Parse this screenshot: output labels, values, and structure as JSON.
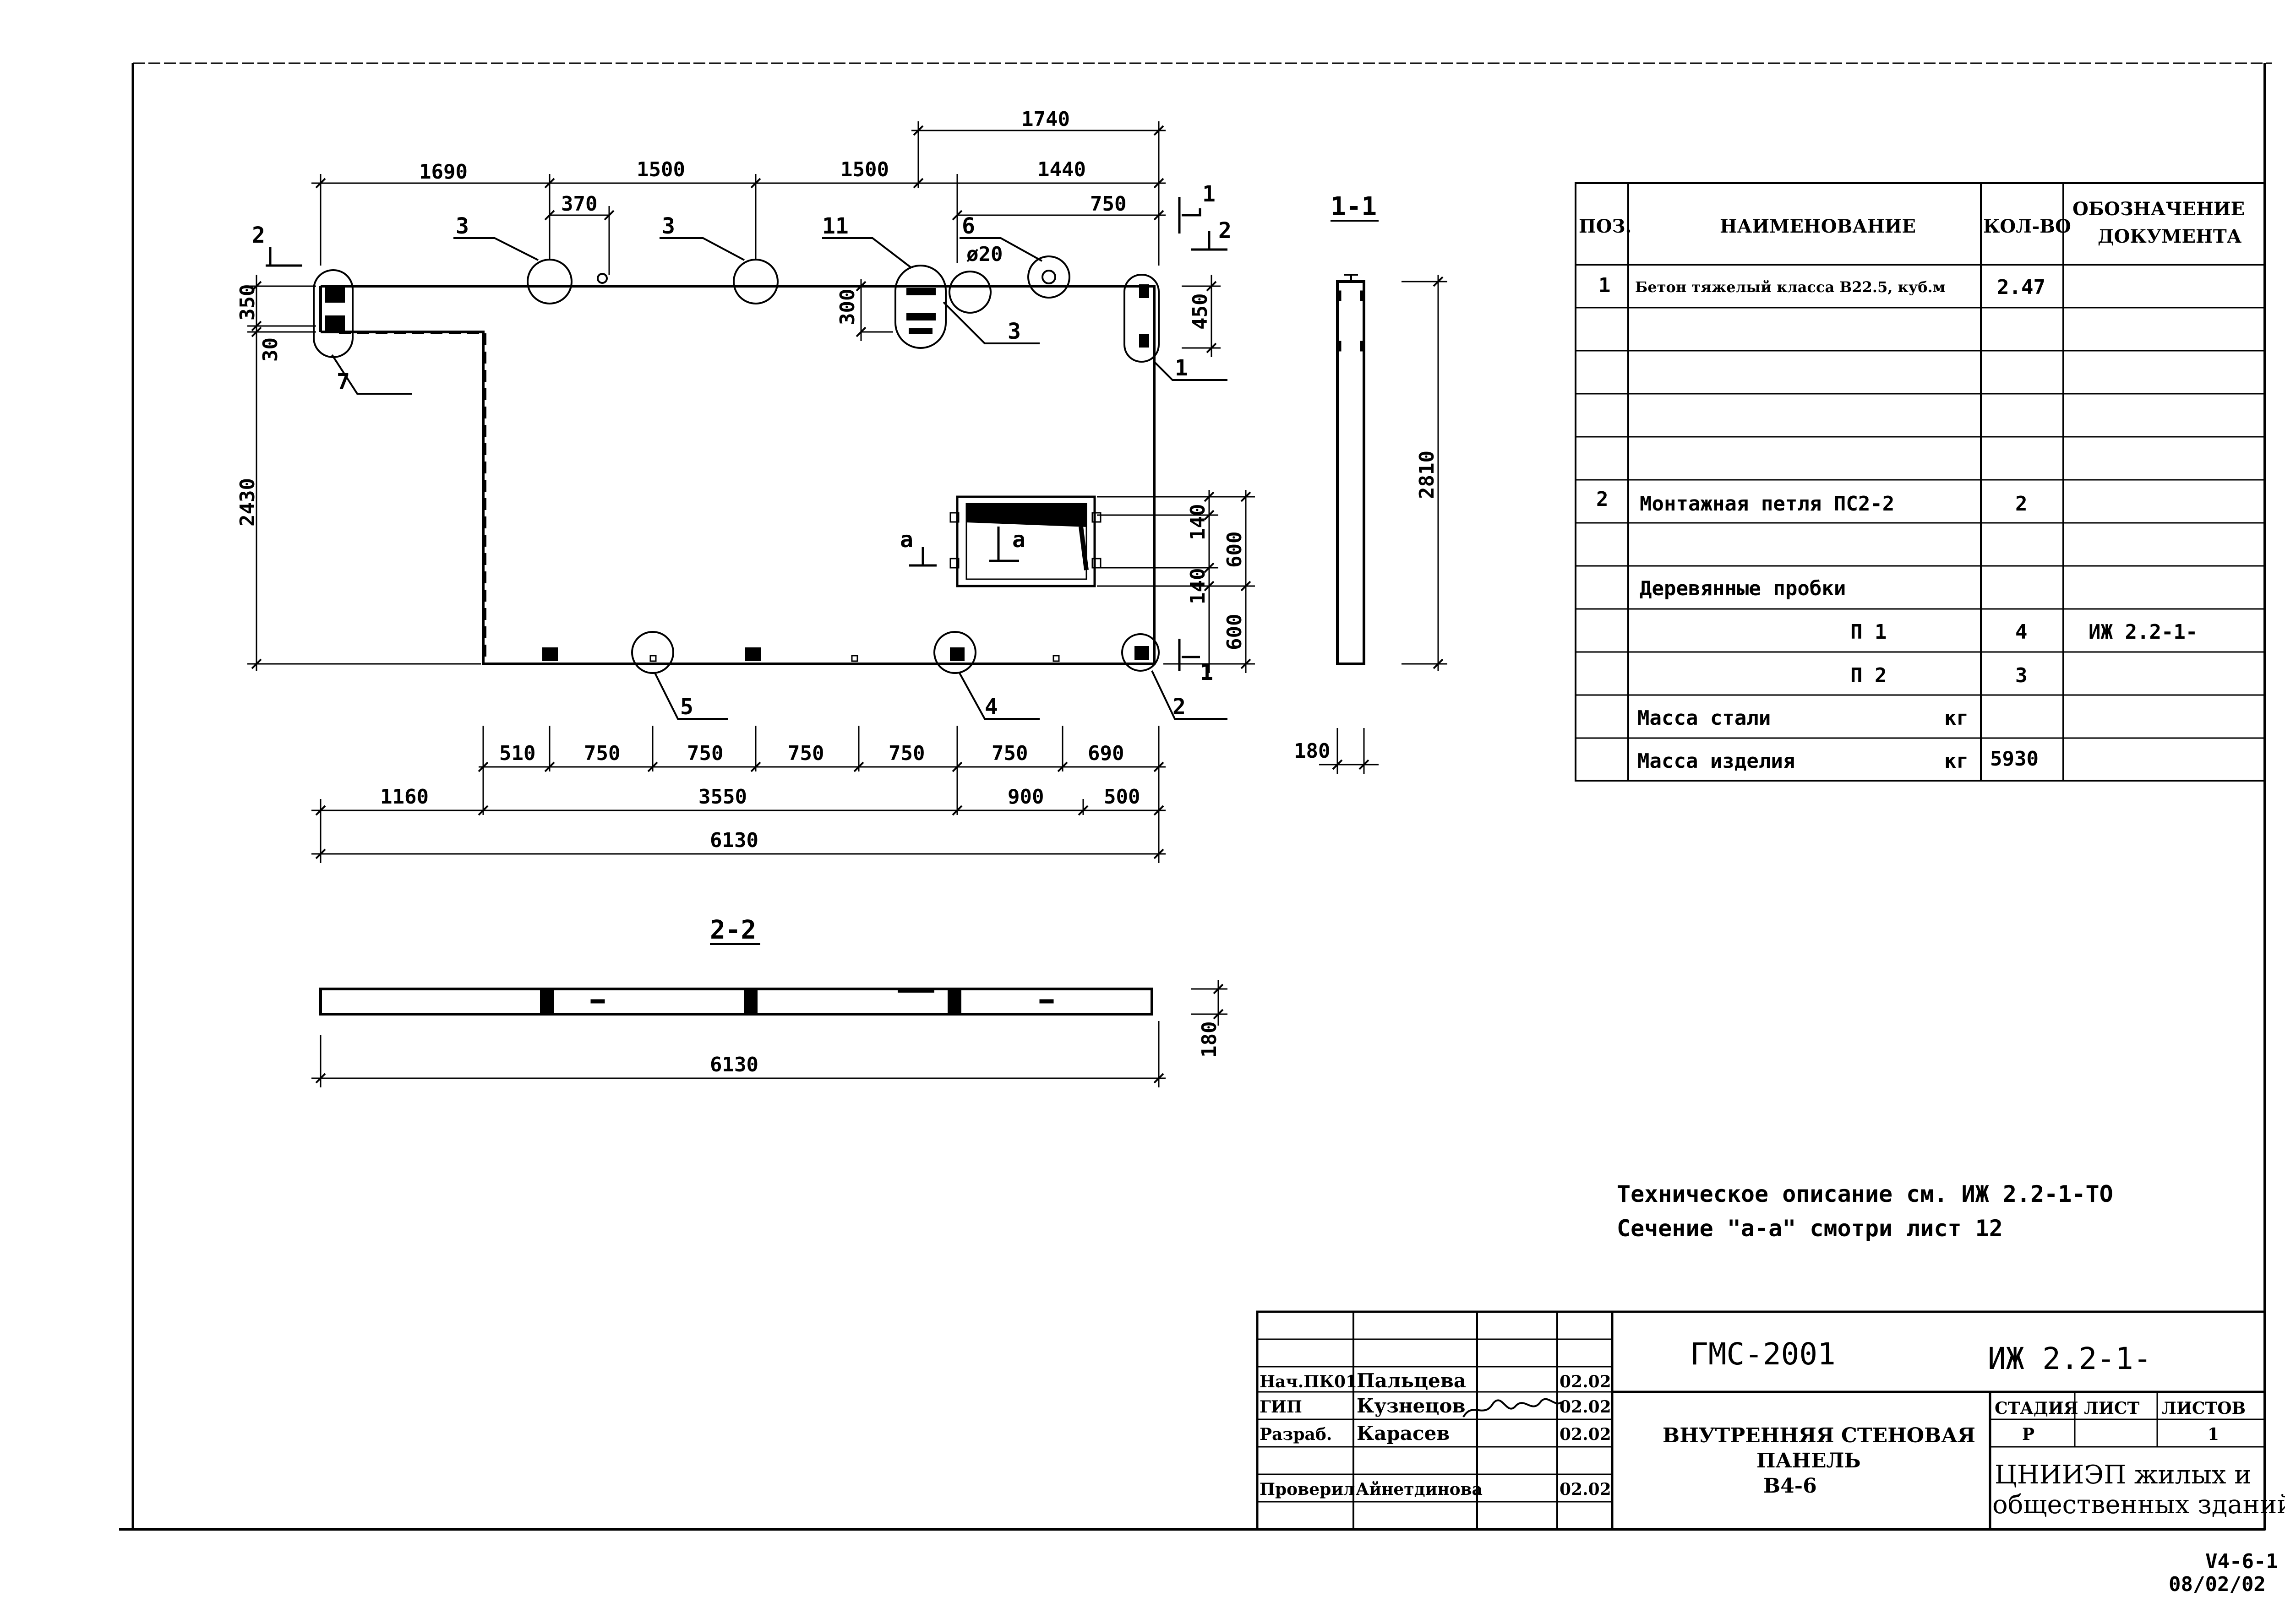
{
  "drawing": {
    "dimensions": {
      "top_outer": "1740",
      "top": [
        "1690",
        "1500",
        "1500",
        "1440"
      ],
      "d370": "370",
      "d750_top": "750",
      "d20": "ø20",
      "d300": "300",
      "d350": "350",
      "d30": "30",
      "d450": "450",
      "d2430": "2430",
      "d140a": "140",
      "d600a": "600",
      "d140b": "140",
      "d600b": "600",
      "bottom1": [
        "510",
        "750",
        "750",
        "750",
        "750",
        "750",
        "690"
      ],
      "bottom2": [
        "1160",
        "3550",
        "900",
        "500"
      ],
      "overall": "6130",
      "side_height": "2810",
      "side_thick": "180",
      "s22_thick": "180",
      "s22_len": "6130"
    },
    "position_labels": [
      "3",
      "3",
      "11",
      "6",
      "3",
      "1",
      "7",
      "5",
      "4",
      "2"
    ],
    "section_marks": {
      "cut1": "1",
      "cut2": "2",
      "a": "а"
    },
    "section_titles": {
      "s11": "1-1",
      "s22": "2-2"
    }
  },
  "spec_table": {
    "headers": {
      "pos": "ПОЗ.",
      "name": "НАИМЕНОВАНИЕ",
      "qty": "КОЛ-ВО",
      "doc1": "ОБОЗНАЧЕНИЕ",
      "doc2": "ДОКУМЕНТА"
    },
    "rows": [
      {
        "pos": "1",
        "name": "Бетон тяжелый класса В22.5, куб.м",
        "qty": "2.47",
        "doc": ""
      },
      {
        "pos": "",
        "name": "",
        "qty": "",
        "doc": ""
      },
      {
        "pos": "",
        "name": "",
        "qty": "",
        "doc": ""
      },
      {
        "pos": "",
        "name": "",
        "qty": "",
        "doc": ""
      },
      {
        "pos": "",
        "name": "",
        "qty": "",
        "doc": ""
      },
      {
        "pos": "2",
        "name": "Монтажная петля ПС2-2",
        "qty": "2",
        "doc": ""
      },
      {
        "pos": "",
        "name": "",
        "qty": "",
        "doc": ""
      },
      {
        "pos": "",
        "name": "Деревянные пробки",
        "qty": "",
        "doc": ""
      },
      {
        "pos": "",
        "name": "П 1",
        "qty": "4",
        "doc": "ИЖ 2.2-1-"
      },
      {
        "pos": "",
        "name": "П 2",
        "qty": "3",
        "doc": ""
      },
      {
        "pos": "",
        "name": "Масса стали",
        "unit": "кг",
        "qty": "",
        "doc": ""
      },
      {
        "pos": "",
        "name": "Масса изделия",
        "unit": "кг",
        "qty": "5930",
        "doc": ""
      }
    ]
  },
  "notes": [
    "Техническое описание  см. ИЖ 2.2-1-ТО",
    "Сечение \"а-а\" смотри лист 12"
  ],
  "title_block": {
    "project": "ГМС-2001",
    "doc_code": "ИЖ 2.2-1-",
    "title": [
      "ВНУТРЕННЯЯ СТЕНОВАЯ",
      "ПАНЕЛЬ",
      "В4-6"
    ],
    "stage_header": "СТАДИЯ",
    "sheet_header": "ЛИСТ",
    "sheets_header": "ЛИСТОВ",
    "stage": "Р",
    "sheet": "",
    "sheets": "1",
    "org": [
      "ЦНИИЭП жилых и",
      "общественных зданий"
    ],
    "people": [
      {
        "role": "Нач.ПК01",
        "name": "Пальцева",
        "date": "02.02"
      },
      {
        "role": "ГИП",
        "name": "Кузнецов",
        "date": "02.02"
      },
      {
        "role": "Разраб.",
        "name": "Карасев",
        "date": "02.02"
      },
      {
        "role": "Проверил",
        "name": "Айнетдинова",
        "date": "02.02"
      }
    ]
  },
  "stamp": [
    "V4-6-1",
    "08/02/02"
  ]
}
